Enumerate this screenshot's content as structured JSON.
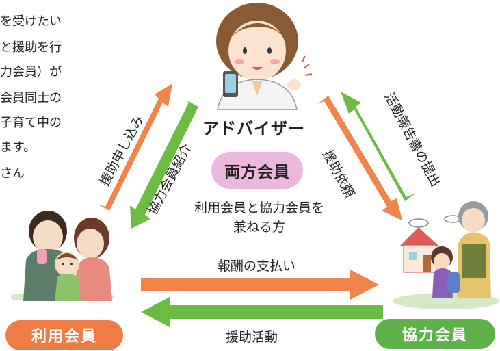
{
  "left_text_fragment": [
    "を受けたい",
    "と援助を行",
    "力会員）が",
    "会員同士の",
    "子育て中の",
    "ます。",
    "さん"
  ],
  "adviser_title": "アドバイザー",
  "both_members": {
    "badge": "両方会員",
    "desc_line1": "利用会員と協力会員を",
    "desc_line2": "兼ねる方"
  },
  "arrows": {
    "apply_for_help": "援助申し込み",
    "introduce_cooperating": "協力会員紹介",
    "request_help": "援助依頼",
    "submit_report": "活動報告書の提出",
    "payment": "報酬の支払い",
    "help_activity": "援助活動"
  },
  "badges": {
    "user_member": "利用会員",
    "cooperating_member": "協力会員"
  },
  "colors": {
    "orange_arrow": "#f0844a",
    "green_arrow": "#6cbb45",
    "user_badge": "#ef7b45",
    "coop_badge": "#5fb14a",
    "both_badge": "#ecb7dc"
  },
  "icons": [
    "adviser-illustration-icon",
    "family-illustration-icon",
    "grandparent-child-house-illustration-icon"
  ]
}
